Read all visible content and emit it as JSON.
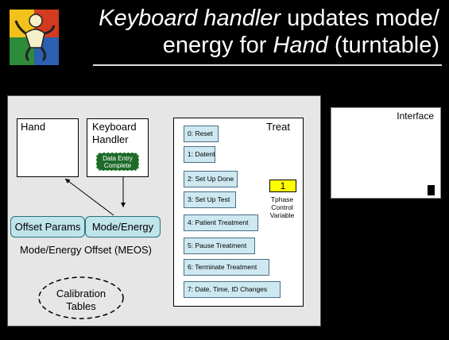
{
  "title": {
    "line1_italic": "Keyboard handler",
    "line1_rest": " updates mode/",
    "line2_lead": "energy for ",
    "line2_italic": "Hand",
    "line2_rest": " (turntable)"
  },
  "colors": {
    "background": "#000000",
    "panel": "#e6e6e6",
    "step_fill": "#cde8f0",
    "cyan_fill": "#bfe4ea",
    "badge_green": "#1f6b2a",
    "tphase_yellow": "#ffff00"
  },
  "meos": {
    "hand": "Hand",
    "keyboard_handler": "Keyboard Handler",
    "badge": "Data Entry Complete",
    "offset_params": "Offset Params",
    "mode_energy": "Mode/Energy",
    "caption": "Mode/Energy Offset (MEOS)",
    "calibration": "Calibration Tables"
  },
  "treat": {
    "title": "Treat",
    "steps": [
      "0: Reset",
      "1: Datent",
      "2: Set Up Done",
      "3: Set Up Test",
      "4: Patient Treatment",
      "5: Pause Treatment",
      "6: Terminate Treatment",
      "7: Date, Time, ID Changes"
    ],
    "tphase_value": "1",
    "tphase_label": "Tphase Control Variable"
  },
  "interface": {
    "label": "Interface"
  }
}
